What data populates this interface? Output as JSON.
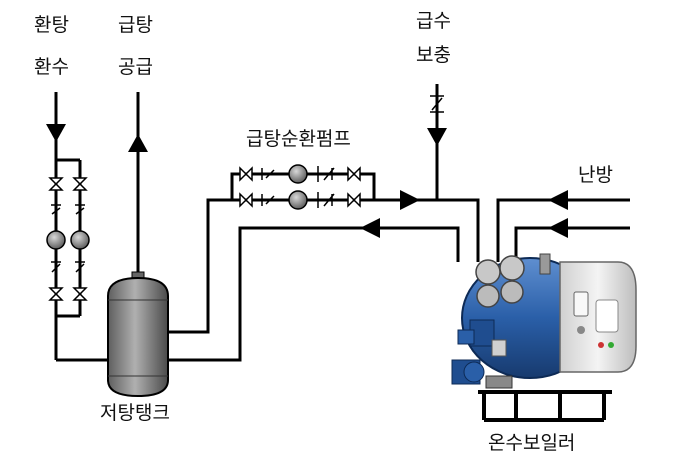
{
  "labels": {
    "return_hot_water": "환탕",
    "return_water": "환수",
    "hot_water": "급탕",
    "supply": "공급",
    "makeup_feed": "급수",
    "makeup_replenish": "보충",
    "hw_circ_pump": "급탕순환펌프",
    "heating": "난방",
    "storage_tank": "저탕탱크",
    "boiler": "온수보일러"
  },
  "colors": {
    "line": "#000000",
    "tank_fill": "#8c8c8c",
    "boiler_blue": "#2a5fa8",
    "boiler_panel": "#e6e6e6",
    "pump_fill": "#7a7a7a"
  }
}
